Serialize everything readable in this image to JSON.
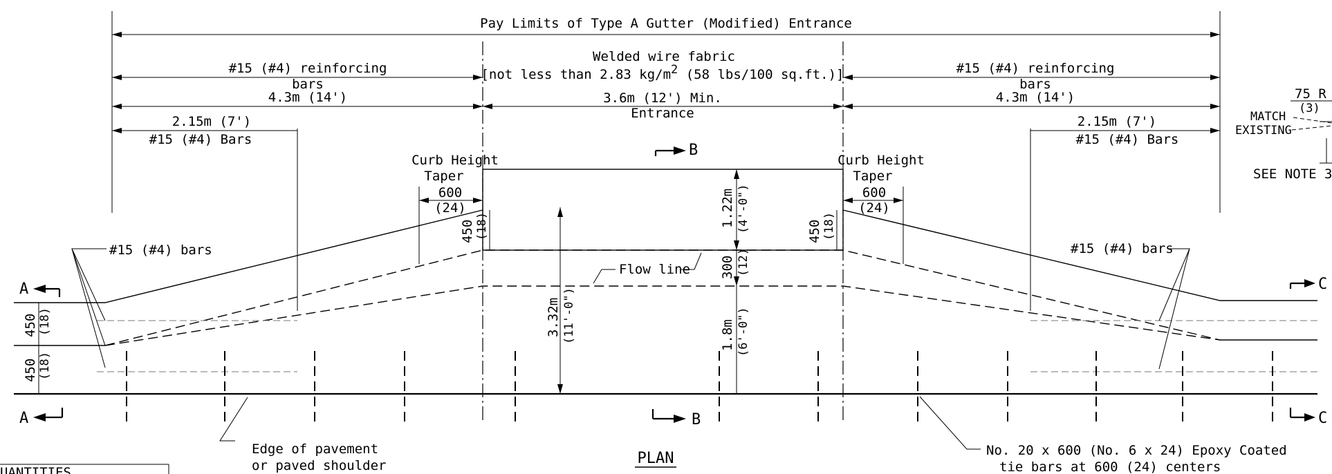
{
  "labels": {
    "pay_limits": "Pay Limits of Type A Gutter (Modified) Entrance",
    "wwf_line1": "Welded wire fabric",
    "wwf_line2a": "[not less than 2.83 kg/m",
    "wwf_sup": "2",
    "wwf_line2b": " (58 lbs/100 sq.ft.)]",
    "reinf_left_1": "#15 (#4) reinforcing",
    "reinf_left_2": "bars",
    "reinf_left_3": "4.3m (14')",
    "reinf_right_1": "#15 (#4) reinforcing",
    "reinf_right_2": "bars",
    "reinf_right_3": "4.3m (14')",
    "entrance_1": "3.6m (12') Min.",
    "entrance_2": "Entrance",
    "bars_left_1": "2.15m (7')",
    "bars_left_2": "#15 (#4) Bars",
    "bars_right_1": "2.15m (7')",
    "bars_right_2": "#15 (#4) Bars",
    "curb_left_1": "Curb Height",
    "curb_left_2": "Taper",
    "curb_right_1": "Curb Height",
    "curb_right_2": "Taper",
    "dim600_left_1": "600",
    "dim600_left_2": "(24)",
    "dim600_right_1": "600",
    "dim600_right_2": "(24)",
    "dim450_left_1": "450",
    "dim450_left_2": "(18)",
    "dim450_right_1": "450",
    "dim450_right_2": "(18)",
    "dim122_1": "1.22m",
    "dim122_2": "(4'-0\")",
    "dim300_1": "300",
    "dim300_2": "(12)",
    "dim18_1": "1.8m",
    "dim18_2": "(6'-0\")",
    "dim332_1": "3.32m",
    "dim332_2": "(11'-0\")",
    "edge450a_1": "450",
    "edge450a_2": "(18)",
    "edge450b_1": "450",
    "edge450b_2": "(18)",
    "bars_note_left": "#15 (#4) bars",
    "bars_note_right": "#15 (#4) bars",
    "flow_line": "Flow line",
    "section_b_top": "B",
    "section_b_bot": "B",
    "section_a_top": "A",
    "section_a_bot": "A",
    "section_c_top": "C",
    "section_c_bot": "C",
    "edge_pave_1": "Edge of pavement",
    "edge_pave_2": "or paved shoulder",
    "plan": "PLAN",
    "tie_bars_1": "No. 20 x 600 (No. 6 x 24) Epoxy Coated",
    "tie_bars_2": "tie bars at 600 (24) centers",
    "r75_1": "75 R",
    "r75_2": "(3)",
    "match_1": "MATCH",
    "match_2": "EXISTING",
    "see_note": "SEE NOTE 3",
    "quantities": "UANTITIES"
  }
}
